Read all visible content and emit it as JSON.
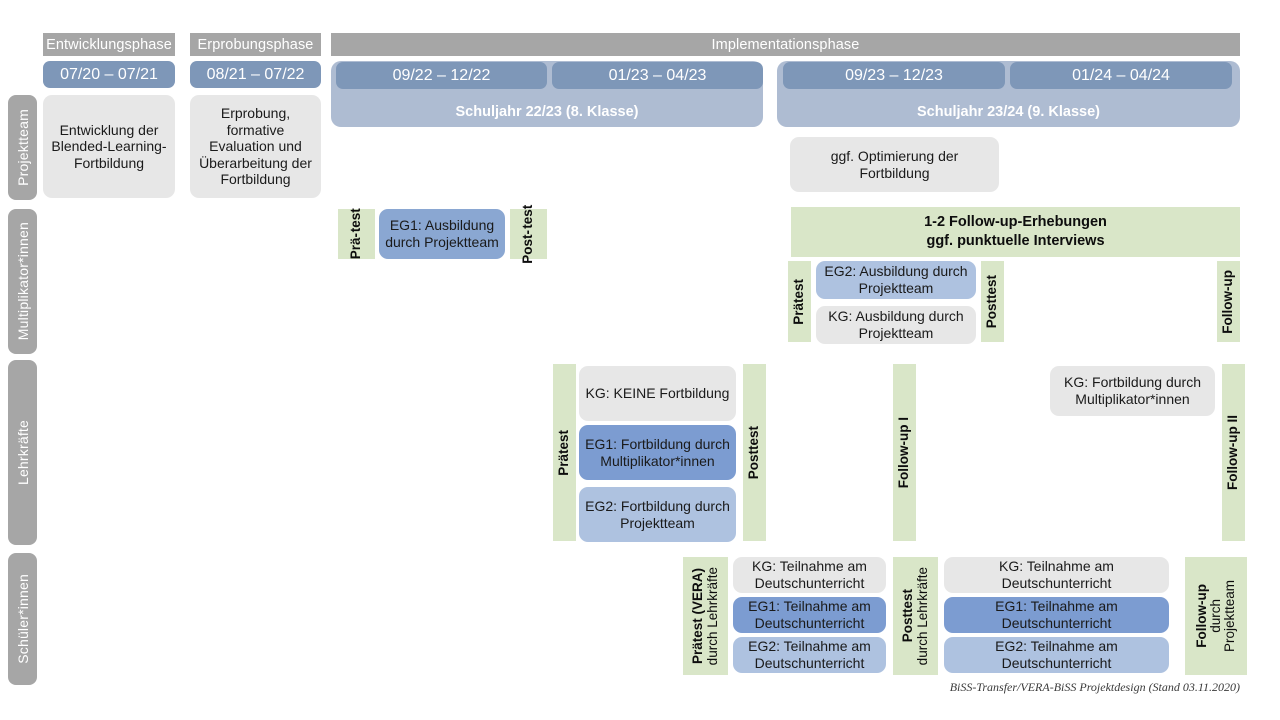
{
  "phases": [
    {
      "label": "Entwicklungsphase"
    },
    {
      "label": "Erprobungsphase"
    },
    {
      "label": "Implementationsphase"
    }
  ],
  "dates": [
    {
      "label": "07/20 – 07/21"
    },
    {
      "label": "08/21 – 07/22"
    },
    {
      "label": "09/22 – 12/22"
    },
    {
      "label": "01/23 – 04/23"
    },
    {
      "label": "09/23 – 12/23"
    },
    {
      "label": "01/24 – 04/24"
    }
  ],
  "school_years": [
    {
      "label": "Schuljahr 22/23 (8. Klasse)"
    },
    {
      "label": "Schuljahr 23/24 (9. Klasse)"
    }
  ],
  "roles": [
    {
      "label": "Projektteam"
    },
    {
      "label": "Multiplikator*innen"
    },
    {
      "label": "Lehrkräfte"
    },
    {
      "label": "Schüler*innen"
    }
  ],
  "projektteam": {
    "card1": "Entwicklung der Blended-Learning-Fortbildung",
    "card2": "Erprobung, formative Evaluation und Überarbeitung der Fortbildung",
    "card3": "ggf. Optimierung der Fortbildung"
  },
  "multiplikator": {
    "pretest_1": "Prä-",
    "pretest_2": "test",
    "eg1": "EG1: Ausbildung durch Projektteam",
    "posttest_1": "Post-",
    "posttest_2": "test",
    "banner_line1": "1-2 Follow-up-Erhebungen",
    "banner_line2": "ggf. punktuelle Interviews",
    "praetest": "Prätest",
    "eg2": "EG2: Ausbildung durch Projektteam",
    "kg": "KG: Ausbildung durch Projektteam",
    "posttest": "Posttest",
    "followup": "Follow-up"
  },
  "lehrkraefte": {
    "praetest": "Prätest",
    "kg": "KG:  KEINE Fortbildung",
    "eg1": "EG1: Fortbildung durch Multiplikator*innen",
    "eg2": "EG2: Fortbildung durch Projektteam",
    "posttest": "Posttest",
    "followup1": "Follow-up I",
    "kg2": "KG: Fortbildung durch Multiplikator*innen",
    "followup2": "Follow-up II"
  },
  "schueler": {
    "praetest_main": "Prätest (VERA)",
    "praetest_sub": "durch Lehrkräfte",
    "kg_a": "KG: Teilnahme am Deutschunterricht",
    "eg1_a": "EG1: Teilnahme am Deutschunterricht",
    "eg2_a": "EG2: Teilnahme am Deutschunterricht",
    "posttest_main": "Posttest",
    "posttest_sub": "durch Lehrkräfte",
    "kg_b": "KG: Teilnahme am Deutschunterricht",
    "eg1_b": "EG1: Teilnahme am Deutschunterricht",
    "eg2_b": "EG2: Teilnahme am Deutschunterricht",
    "followup_main": "Follow-up",
    "followup_sub1": "durch",
    "followup_sub2": "Projektteam"
  },
  "footer": {
    "note": "BiSS-Transfer/VERA-BiSS Projektdesign (Stand 03.11.2020)"
  },
  "colors": {
    "grey_band": "#a6a6a6",
    "date_chip": "#7e97b8",
    "year_box": "#aebcd2",
    "card_grey": "#e7e7e7",
    "blue_mid": "#8aa7d2",
    "blue_dark": "#7c9cd1",
    "blue_light": "#aec2e0",
    "green": "#d9e6c8"
  }
}
